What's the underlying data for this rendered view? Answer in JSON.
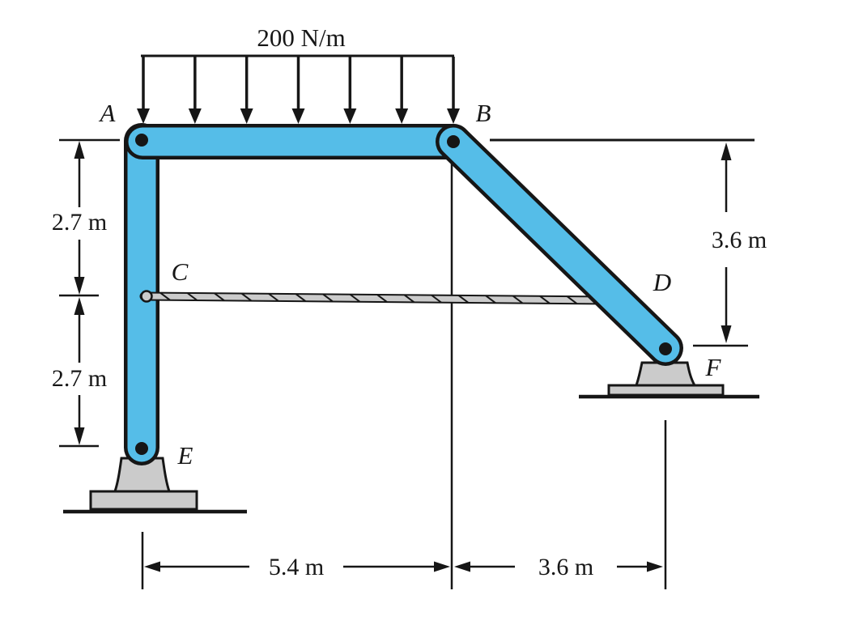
{
  "figure": {
    "type": "pin-connected frame statics diagram",
    "distributed_load": {
      "label": "200 N/m",
      "arrow_count": 7
    },
    "joints": {
      "a": "A",
      "b": "B",
      "c": "C",
      "d": "D",
      "e": "E",
      "f": "F"
    },
    "dimensions": {
      "left_upper": "2.7 m",
      "left_lower": "2.7 m",
      "right_height": "3.6 m",
      "bottom_left_span": "5.4 m",
      "bottom_right_span": "3.6 m"
    }
  },
  "colors": {
    "member": "#55BDE8",
    "support": "#CBCBCB",
    "rod": "#CBCBCB",
    "line": "#161616",
    "background": "#FFFFFF"
  }
}
